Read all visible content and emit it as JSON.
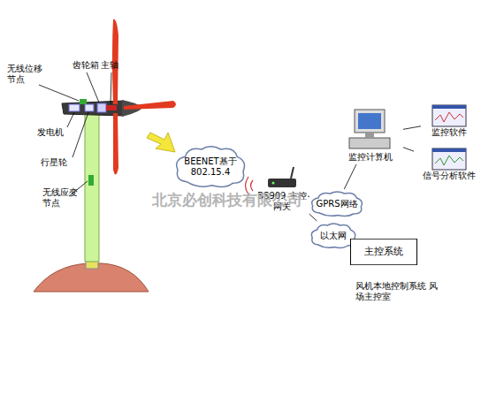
{
  "diagram": {
    "nodes": [
      {
        "text": [
          "BEENET基于 802.15.4"
        ]
      },
      {
        "text": [
          "BS909 主控网关"
        ]
      },
      {
        "text": [
          "GPRS网络"
        ]
      },
      {
        "text": [
          "以太网"
        ]
      },
      {
        "text": [
          "监控计算机"
        ]
      },
      {
        "text": [
          "监控软件"
        ]
      },
      {
        "text": [
          "信号分析软件"
        ]
      },
      {
        "text": [
          "主控系统"
        ]
      }
    ],
    "edges": [
      {
        "from": 1,
        "to": 2,
        "arrow": "none"
      },
      {
        "from": 2,
        "to": 4,
        "arrow": "none"
      },
      {
        "from": 1,
        "to": 3,
        "arrow": "none"
      },
      {
        "from": 3,
        "to": 7,
        "arrow": "none"
      },
      {
        "from": 4,
        "to": 5,
        "arrow": "none"
      },
      {
        "from": 4,
        "to": 6,
        "arrow": "none"
      }
    ],
    "labels": [
      "无线位移节点",
      "齿轮箱",
      "主轴",
      "发电机",
      "行星轮",
      "无线应变节点",
      "风机本地控制系统 风场主控室",
      "北京必创科技有限公司"
    ]
  }
}
